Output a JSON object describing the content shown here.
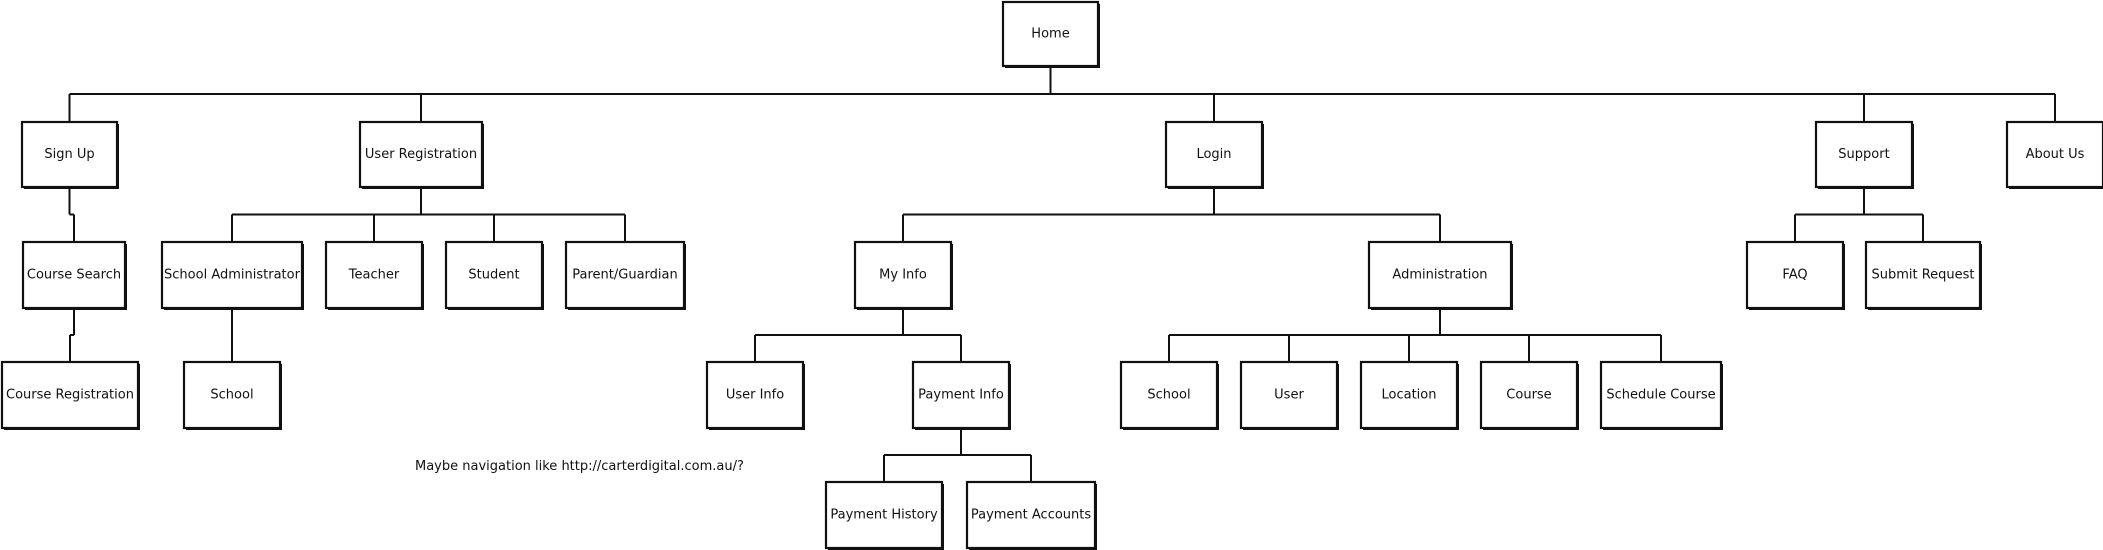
{
  "colors": {
    "stroke": "#111111",
    "box_fill": "#ffffff",
    "background": "#ffffff"
  },
  "nodes": [
    {
      "id": "home",
      "label": "Home"
    },
    {
      "id": "sign-up",
      "label": "Sign Up"
    },
    {
      "id": "user-registration",
      "label": "User Registration"
    },
    {
      "id": "login",
      "label": "Login"
    },
    {
      "id": "support",
      "label": "Support"
    },
    {
      "id": "about-us",
      "label": "About Us"
    },
    {
      "id": "course-search",
      "label": "Course Search"
    },
    {
      "id": "course-registration",
      "label": "Course Registration"
    },
    {
      "id": "school-administrator",
      "label": "School Administrator"
    },
    {
      "id": "teacher",
      "label": "Teacher"
    },
    {
      "id": "student",
      "label": "Student"
    },
    {
      "id": "parent-guardian",
      "label": "Parent/Guardian"
    },
    {
      "id": "school-reg",
      "label": "School"
    },
    {
      "id": "my-info",
      "label": "My Info"
    },
    {
      "id": "administration",
      "label": "Administration"
    },
    {
      "id": "user-info",
      "label": "User Info"
    },
    {
      "id": "payment-info",
      "label": "Payment Info"
    },
    {
      "id": "payment-history",
      "label": "Payment History"
    },
    {
      "id": "payment-accounts",
      "label": "Payment Accounts"
    },
    {
      "id": "school-admin",
      "label": "School"
    },
    {
      "id": "user",
      "label": "User"
    },
    {
      "id": "location",
      "label": "Location"
    },
    {
      "id": "course",
      "label": "Course"
    },
    {
      "id": "schedule-course",
      "label": "Schedule Course"
    },
    {
      "id": "faq",
      "label": "FAQ"
    },
    {
      "id": "submit-request",
      "label": "Submit Request"
    }
  ],
  "edges": [
    {
      "from": "home",
      "to": [
        "sign-up",
        "user-registration",
        "login",
        "support",
        "about-us"
      ]
    },
    {
      "from": "sign-up",
      "to": [
        "course-search"
      ]
    },
    {
      "from": "course-search",
      "to": [
        "course-registration"
      ]
    },
    {
      "from": "user-registration",
      "to": [
        "school-administrator",
        "teacher",
        "student",
        "parent-guardian"
      ]
    },
    {
      "from": "school-administrator",
      "to": [
        "school-reg"
      ]
    },
    {
      "from": "login",
      "to": [
        "my-info",
        "administration"
      ]
    },
    {
      "from": "my-info",
      "to": [
        "user-info",
        "payment-info"
      ]
    },
    {
      "from": "payment-info",
      "to": [
        "payment-history",
        "payment-accounts"
      ]
    },
    {
      "from": "administration",
      "to": [
        "school-admin",
        "user",
        "location",
        "course",
        "schedule-course"
      ]
    },
    {
      "from": "support",
      "to": [
        "faq",
        "submit-request"
      ]
    }
  ],
  "note": "Maybe navigation like http://carterdigital.com.au/?"
}
